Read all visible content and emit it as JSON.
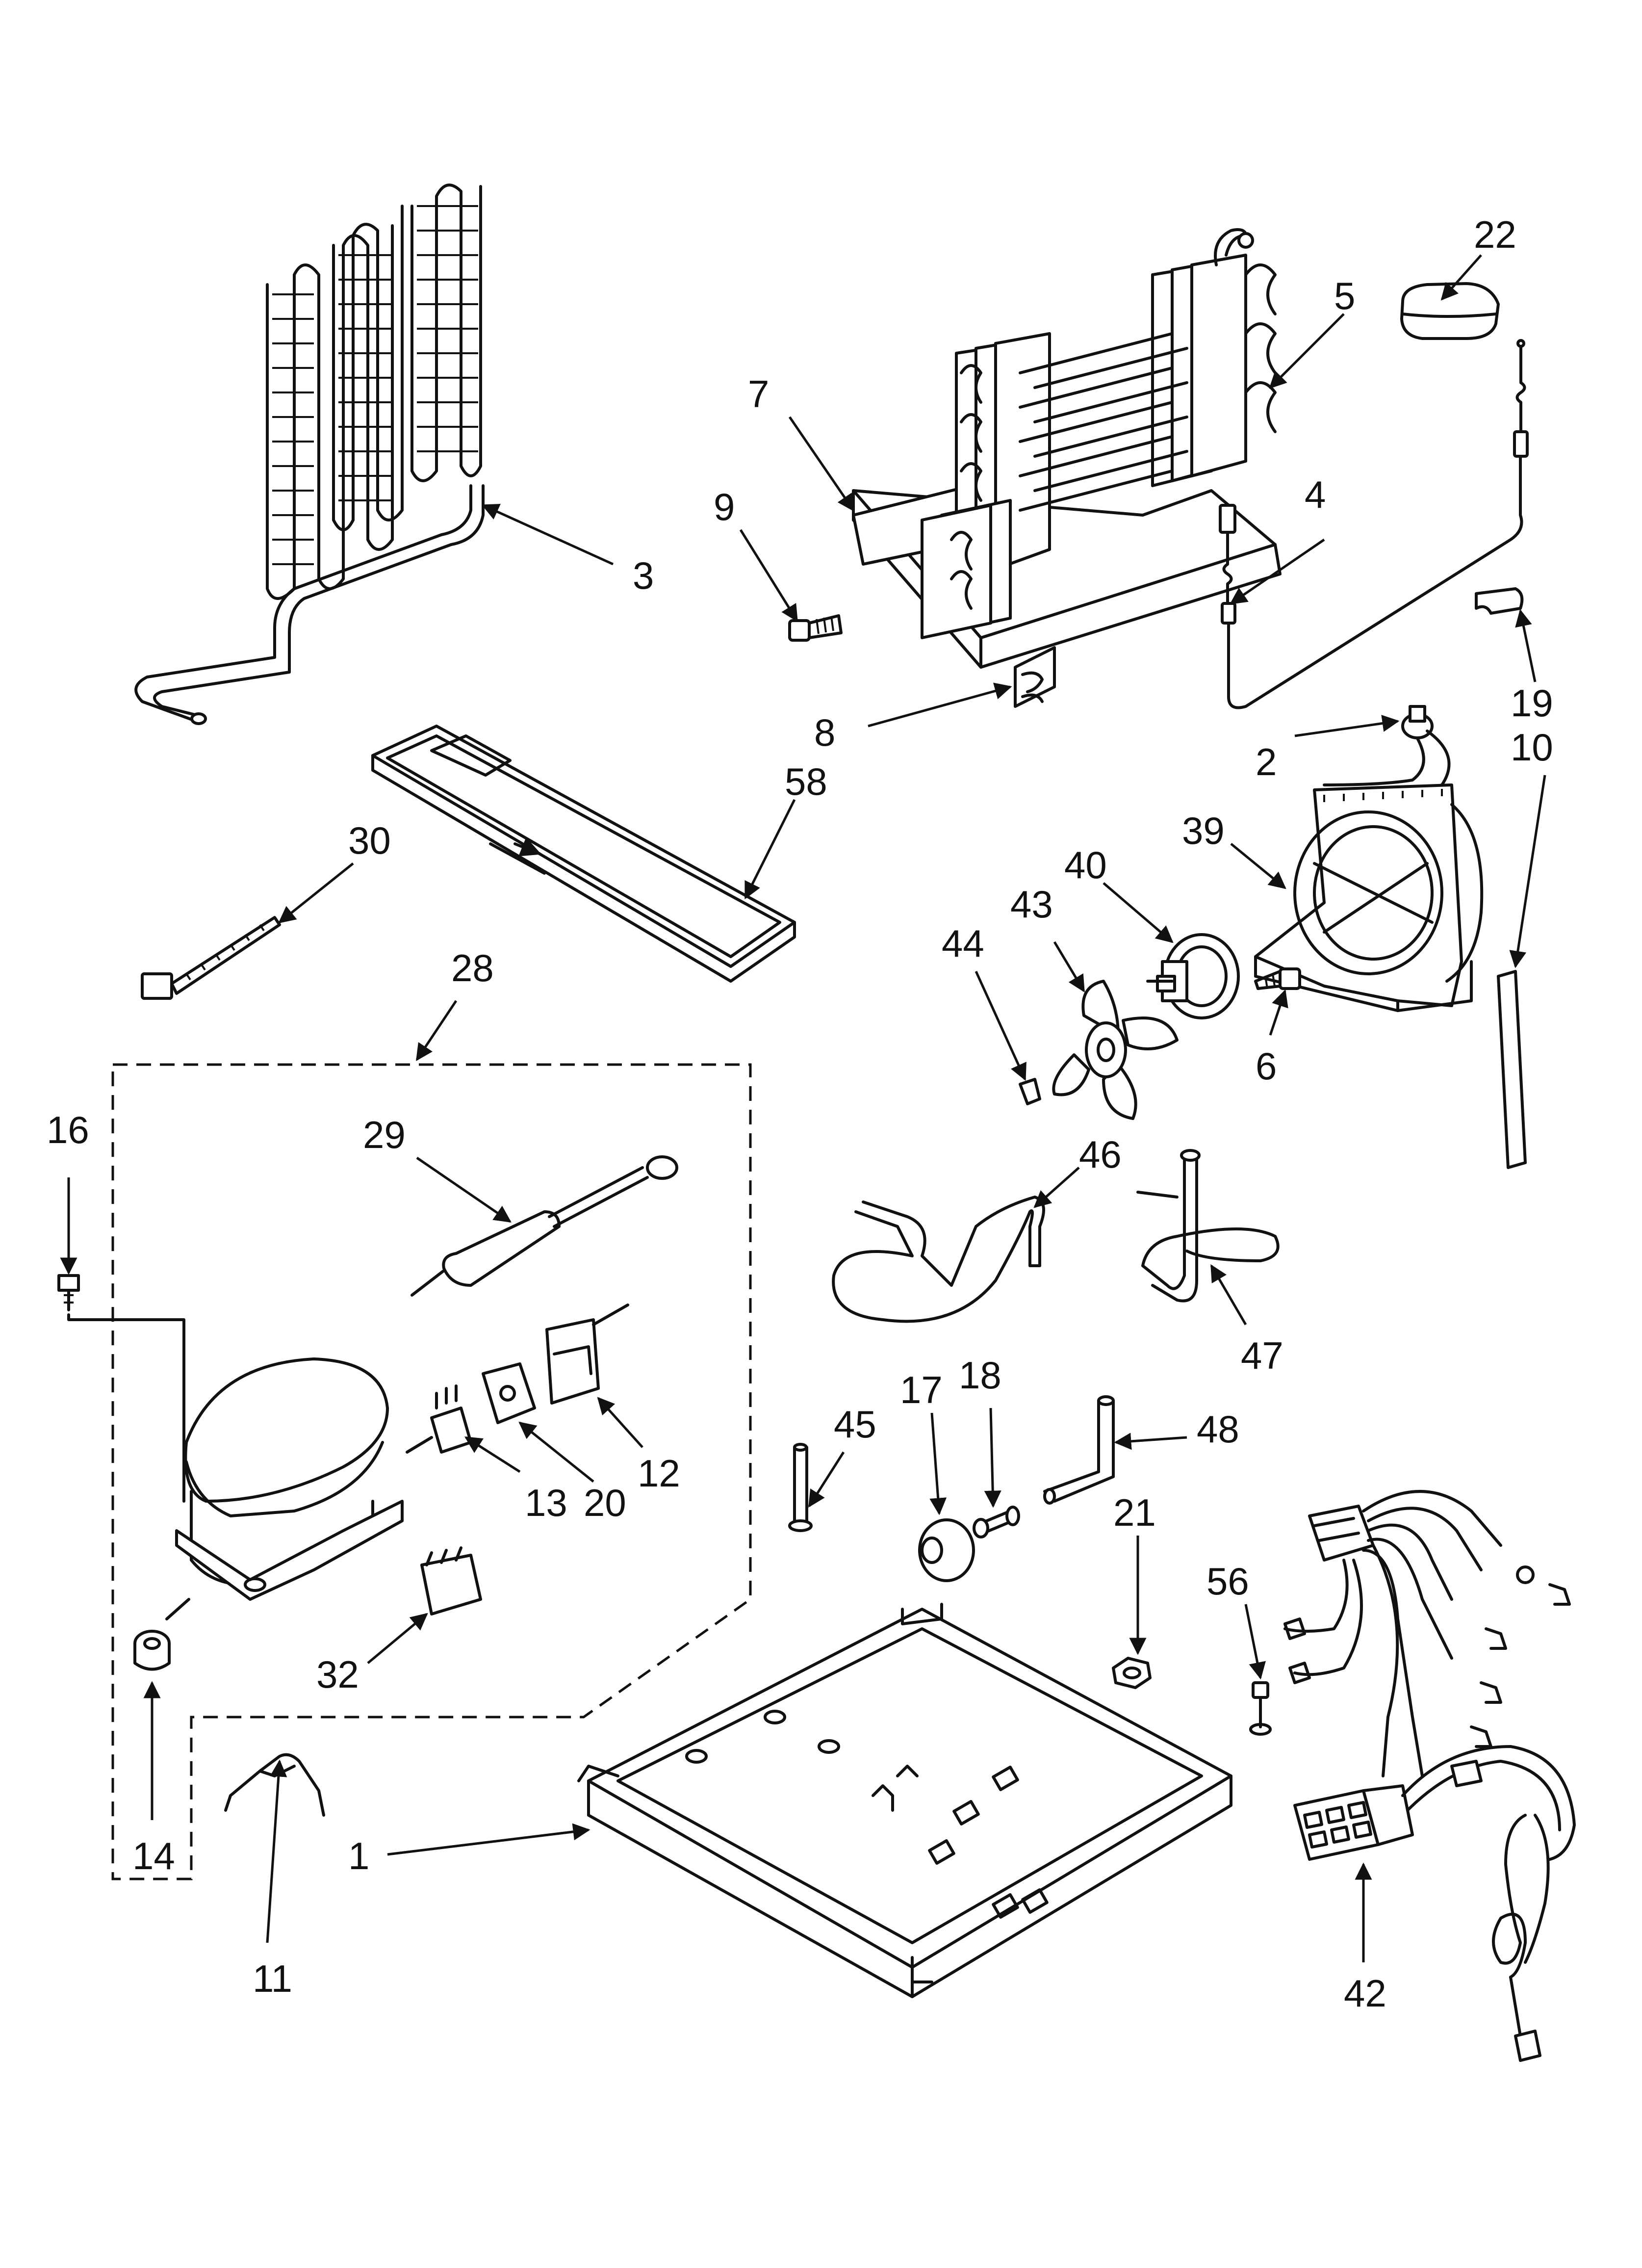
{
  "callouts": {
    "c1": "1",
    "c2": "2",
    "c3": "3",
    "c4": "4",
    "c5": "5",
    "c6": "6",
    "c7": "7",
    "c8": "8",
    "c9": "9",
    "c10": "10",
    "c11": "11",
    "c12": "12",
    "c13": "13",
    "c14": "14",
    "c16": "16",
    "c17": "17",
    "c18": "18",
    "c19": "19",
    "c20": "20",
    "c21": "21",
    "c22": "22",
    "c28": "28",
    "c29": "29",
    "c30": "30",
    "c32": "32",
    "c39": "39",
    "c40": "40",
    "c42": "42",
    "c43": "43",
    "c44": "44",
    "c45": "45",
    "c46": "46",
    "c47": "47",
    "c48": "48",
    "c56": "56",
    "c58": "58"
  },
  "colors": {
    "line": "#111111",
    "background": "#ffffff"
  }
}
